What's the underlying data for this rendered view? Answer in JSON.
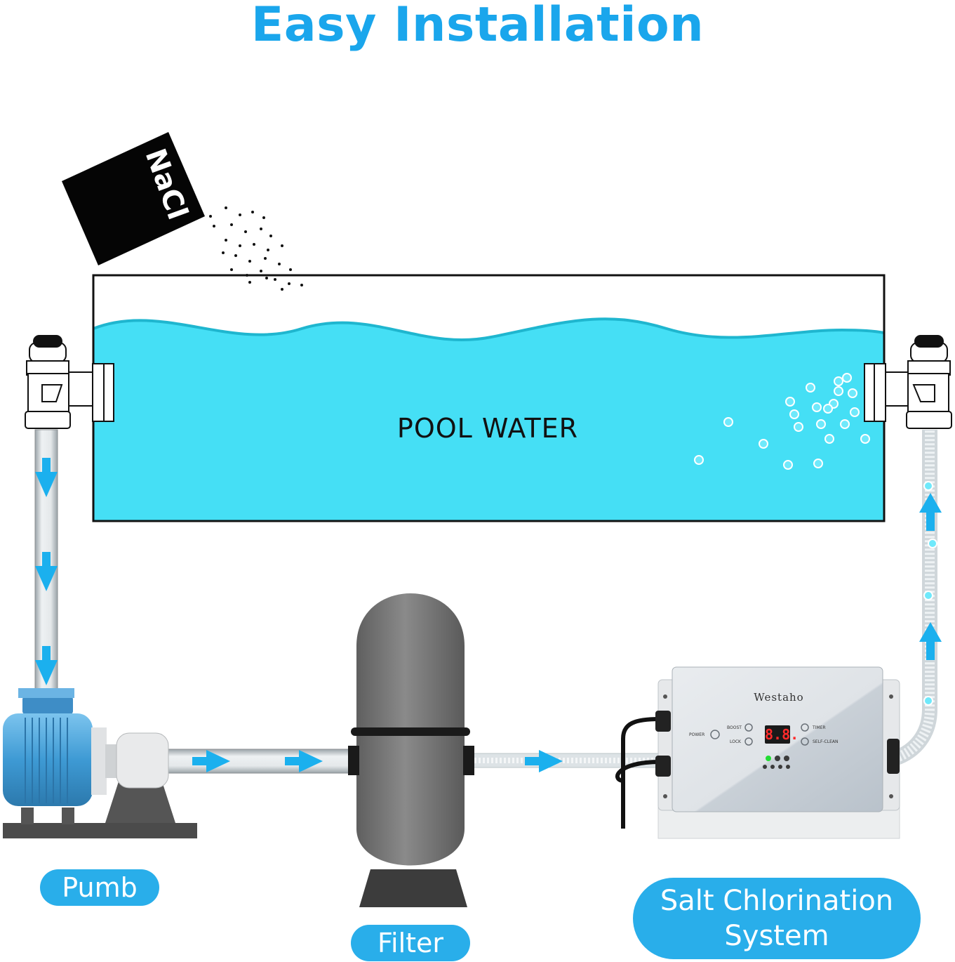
{
  "title": "Easy Installation",
  "salt_bag_label": "NaCl",
  "pool_label": "POOL WATER",
  "labels": {
    "pump": "Pumb",
    "filter": "Filter",
    "salt_system_line1": "Salt Chlorination",
    "salt_system_line2": "System"
  },
  "device": {
    "brand": "Westaho",
    "display": "8.8.",
    "buttons": {
      "power": "POWER",
      "boost": "BOOST",
      "lock": "LOCK",
      "timer": "TIMER",
      "self_clean": "SELF-CLEAN"
    }
  },
  "colors": {
    "title": "#1aa6ec",
    "water": "#45dff5",
    "arrow": "#1bb0ee",
    "label_bg": "#29aeea"
  }
}
